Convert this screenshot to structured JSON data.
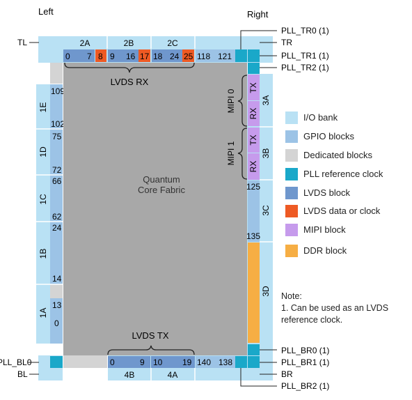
{
  "colors": {
    "io_bank": "#b9e1f4",
    "gpio": "#9cc3e6",
    "dedicated": "#d4d4d4",
    "pll_ref": "#1aa8c9",
    "lvds": "#6f97cd",
    "lvds_clk": "#ee5a24",
    "mipi": "#c69bec",
    "ddr": "#f6ae44",
    "core": "#a8a8a8"
  },
  "headers": {
    "left": "Left",
    "right": "Right"
  },
  "corners": {
    "tl": "TL",
    "tr": "TR",
    "bl": "BL",
    "br": "BR"
  },
  "banks_top": [
    "2A",
    "2B",
    "2C"
  ],
  "banks_bottom": [
    "4B",
    "4A"
  ],
  "banks_left": [
    "1E",
    "1D",
    "1C",
    "1B",
    "1A"
  ],
  "banks_right": [
    "3A",
    "3B",
    "3C",
    "3D"
  ],
  "top_nums": [
    "0",
    "7",
    "8",
    "9",
    "16",
    "17",
    "18",
    "24",
    "25",
    "118",
    "121"
  ],
  "bottom_nums": [
    "0",
    "9",
    "10",
    "19",
    "140",
    "138"
  ],
  "left_nums": [
    "109",
    "102",
    "75",
    "72",
    "66",
    "62",
    "24",
    "14",
    "13",
    "0"
  ],
  "right_nums": [
    "125",
    "135"
  ],
  "mipi": {
    "mipi0": "MIPI 0",
    "mipi1": "MIPI 1",
    "tx": "TX",
    "rx": "RX"
  },
  "lvds_rx": "LVDS RX",
  "lvds_tx": "LVDS TX",
  "core_label": [
    "Quantum",
    "Core Fabric"
  ],
  "pll": {
    "tr0": "PLL_TR0 (1)",
    "tr1": "PLL_TR1 (1)",
    "tr2": "PLL_TR2 (1)",
    "br0": "PLL_BR0 (1)",
    "br1": "PLL_BR1 (1)",
    "br2": "PLL_BR2 (1)",
    "bl0": "PLL_BL0"
  },
  "legend": [
    {
      "label": "I/O bank",
      "color_key": "io_bank"
    },
    {
      "label": "GPIO blocks",
      "color_key": "gpio"
    },
    {
      "label": "Dedicated blocks",
      "color_key": "dedicated"
    },
    {
      "label": "PLL reference clock",
      "color_key": "pll_ref"
    },
    {
      "label": "LVDS block",
      "color_key": "lvds"
    },
    {
      "label": "LVDS data or clock",
      "color_key": "lvds_clk"
    },
    {
      "label": "MIPI block",
      "color_key": "mipi"
    },
    {
      "label": "DDR block",
      "color_key": "ddr"
    }
  ],
  "note": {
    "title": "Note:",
    "line1": "1. Can be used as an LVDS",
    "line2": "reference clock."
  }
}
